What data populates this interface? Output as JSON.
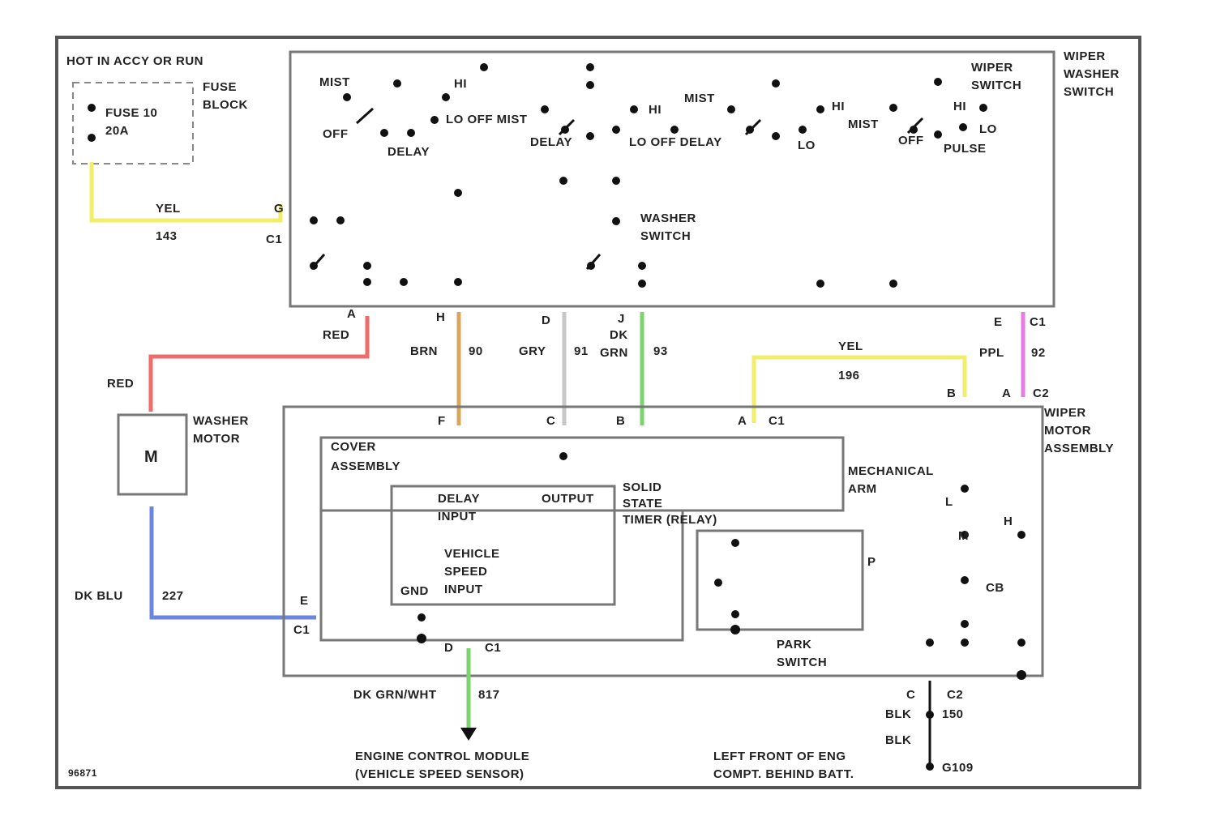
{
  "colors": {
    "yel": "#f2ee6a",
    "red": "#f26b6b",
    "brn": "#d9a75b",
    "gry": "#c8c8c8",
    "dk_grn": "#7cd46f",
    "ppl": "#e57be3",
    "dk_blu": "#6b86e0",
    "dk_grn_wht": "#7cd46f",
    "outline": "#777777"
  },
  "labels": {
    "hot": "HOT IN ACCY OR RUN",
    "fuse_block_1": "FUSE",
    "fuse_block_2": "BLOCK",
    "fuse_1": "FUSE 10",
    "fuse_2": "20A",
    "wiper_switch_1": "WIPER",
    "wiper_switch_2": "SWITCH",
    "wiper_washer_1": "WIPER",
    "wiper_washer_2": "WASHER",
    "wiper_washer_3": "SWITCH",
    "washer_switch_1": "WASHER",
    "washer_switch_2": "SWITCH",
    "washer_motor_1": "WASHER",
    "washer_motor_2": "MOTOR",
    "motor_m": "M",
    "wiper_motor_1": "WIPER",
    "wiper_motor_2": "MOTOR",
    "wiper_motor_3": "ASSEMBLY",
    "cover_1": "COVER",
    "cover_2": "ASSEMBLY",
    "delay_input_1": "DELAY",
    "delay_input_2": "INPUT",
    "output": "OUTPUT",
    "vss_1": "VEHICLE",
    "vss_2": "SPEED",
    "vss_3": "INPUT",
    "gnd": "GND",
    "solid_1": "SOLID",
    "solid_2": "STATE",
    "solid_3": "TIMER (RELAY)",
    "mech_1": "MECHANICAL",
    "mech_2": "ARM",
    "park_1": "PARK",
    "park_2": "SWITCH",
    "ecm_1": "ENGINE CONTROL MODULE",
    "ecm_2": "(VEHICLE SPEED SENSOR)",
    "ground_1": "LEFT FRONT OF ENG",
    "ground_2": "COMPT. BEHIND BATT.",
    "fig_id": "96871"
  },
  "switch_labels": {
    "mist1": "MIST",
    "hi1": "HI",
    "off1": "OFF",
    "delay1": "DELAY",
    "lo_off_mist": "LO OFF MIST",
    "delay2": "DELAY",
    "hi2": "HI",
    "mist2": "MIST",
    "lo_off_delay": "LO OFF DELAY",
    "lo1": "LO",
    "hi3": "HI",
    "mist3": "MIST",
    "off2": "OFF",
    "hi4": "HI",
    "lo2": "LO",
    "pulse": "PULSE"
  },
  "wires": {
    "yel_color": "YEL",
    "yel_circuit": "143",
    "red_top": "RED",
    "red_left": "RED",
    "brn_color": "BRN",
    "brn_circuit": "90",
    "gry_color": "GRY",
    "gry_circuit": "91",
    "dkgrn_color_1": "DK",
    "dkgrn_color_2": "GRN",
    "dkgrn_circuit": "93",
    "yel2_color": "YEL",
    "yel2_circuit": "196",
    "ppl_color": "PPL",
    "ppl_circuit": "92",
    "dkblu_color": "DK BLU",
    "dkblu_circuit": "227",
    "dkgrnwht_color": "DK GRN/WHT",
    "dkgrnwht_circuit": "817",
    "blk1": "BLK",
    "blk1_circuit": "150",
    "blk2": "BLK"
  },
  "pins": {
    "c_g": "G",
    "c_c1": "C1",
    "a": "A",
    "h": "H",
    "d": "D",
    "j": "J",
    "e": "E",
    "c1_top": "C1",
    "f": "F",
    "c": "C",
    "b": "B",
    "a2": "A",
    "c1b": "C1",
    "b2": "B",
    "a3": "A",
    "c2": "C2",
    "e2": "E",
    "c1c": "C1",
    "d2": "D",
    "c1d": "C1",
    "c_left": "C",
    "c2b": "C2",
    "g109": "G109",
    "l": "L",
    "h2": "H",
    "m": "M",
    "cb": "CB",
    "p": "P"
  }
}
